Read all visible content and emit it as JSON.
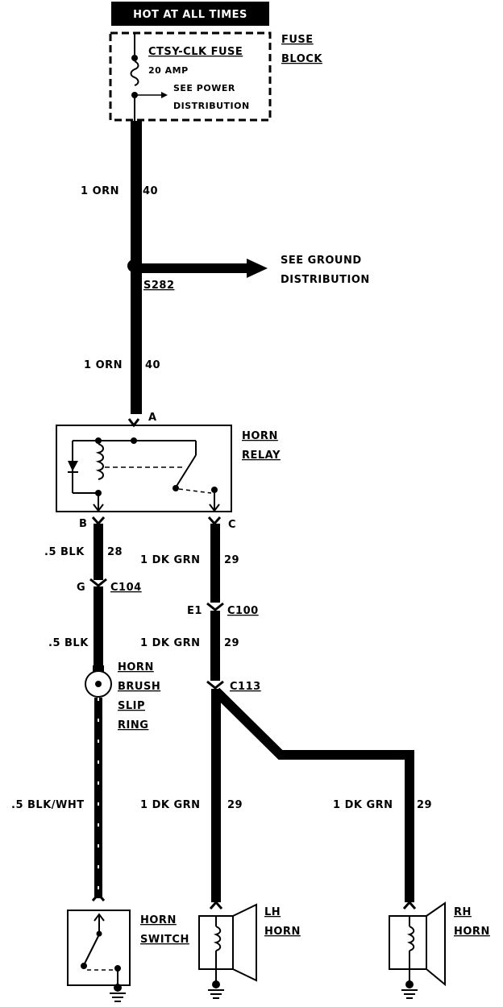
{
  "header": {
    "banner": "HOT AT ALL TIMES"
  },
  "fuse_block": {
    "label_line1": "FUSE",
    "label_line2": "BLOCK",
    "fuse_name": "CTSY-CLK FUSE",
    "fuse_rating": "20 AMP",
    "see_line1": "SEE POWER",
    "see_line2": "DISTRIBUTION"
  },
  "wires": {
    "top_color": "1 ORN",
    "top_circuit": "40",
    "splice": "S282",
    "ground_ref_line1": "SEE GROUND",
    "ground_ref_line2": "DISTRIBUTION",
    "mid_color": "1 ORN",
    "mid_circuit": "40",
    "b_color": ".5 BLK",
    "b_circuit": "28",
    "c_color": "1 DK GRN",
    "c_circuit": "29",
    "b_lower_color": ".5 BLK",
    "c_lower_color": "1 DK GRN",
    "c_lower_circuit": "29",
    "switch_color": ".5 BLK/WHT",
    "lh_color": "1 DK GRN",
    "lh_circuit": "29",
    "rh_color": "1 DK GRN",
    "rh_circuit": "29"
  },
  "relay": {
    "label_line1": "HORN",
    "label_line2": "RELAY",
    "pin_a": "A",
    "pin_b": "B",
    "pin_c": "C"
  },
  "connectors": {
    "c104_pin": "G",
    "c104": "C104",
    "c100_pin": "E1",
    "c100": "C100",
    "c113": "C113"
  },
  "slip_ring": {
    "line1": "HORN",
    "line2": "BRUSH",
    "line3": "SLIP",
    "line4": "RING"
  },
  "horn_switch": {
    "line1": "HORN",
    "line2": "SWITCH"
  },
  "lh_horn": {
    "line1": "LH",
    "line2": "HORN"
  },
  "rh_horn": {
    "line1": "RH",
    "line2": "HORN"
  }
}
